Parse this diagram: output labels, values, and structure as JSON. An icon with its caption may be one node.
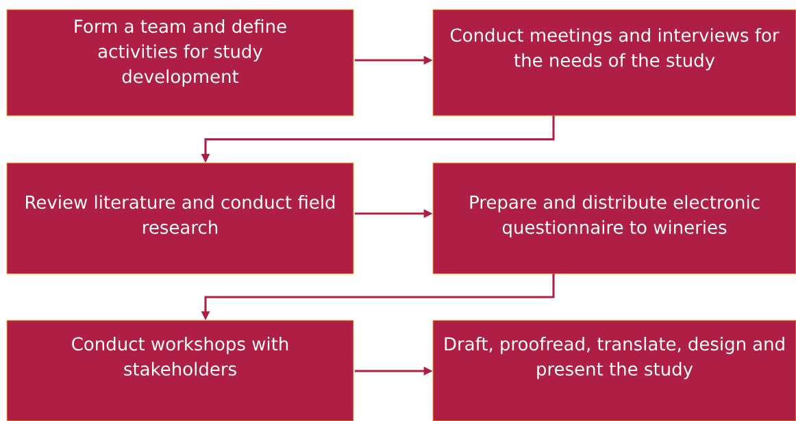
{
  "diagram": {
    "nodes": [
      {
        "text": [
          "Form a team and define activities for study development"
        ]
      },
      {
        "text": [
          "Conduct meetings and interviews for the needs of the study"
        ]
      },
      {
        "text": [
          "Review literature and conduct field research"
        ]
      },
      {
        "text": [
          "Prepare and distribute electronic questionnaire to wineries"
        ]
      },
      {
        "text": [
          "Conduct workshops with stakeholders"
        ]
      },
      {
        "text": [
          "Draft, proofread, translate, design and present the study"
        ]
      }
    ],
    "edges": [
      {
        "from": 0,
        "to": 1,
        "arrow": "to"
      },
      {
        "from": 1,
        "to": 2,
        "arrow": "to"
      },
      {
        "from": 2,
        "to": 3,
        "arrow": "to"
      },
      {
        "from": 3,
        "to": 4,
        "arrow": "to"
      },
      {
        "from": 4,
        "to": 5,
        "arrow": "to"
      }
    ]
  }
}
